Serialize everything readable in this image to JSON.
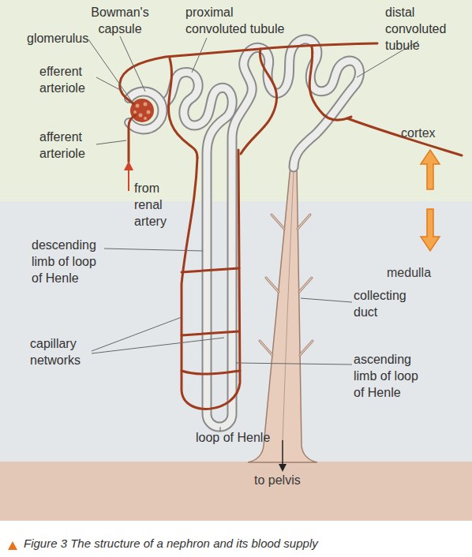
{
  "diagram": {
    "caption": "Figure 3 The structure of a nephron and its blood supply",
    "nodes": [
      {
        "text": [
          "cortex"
        ]
      },
      {
        "text": [
          "medulla"
        ]
      },
      {
        "text": [
          "to pelvis"
        ]
      }
    ],
    "labels": [
      "Bowman's capsule",
      "proximal convoluted tubule",
      "distal convoluted tubule",
      "glomerulus",
      "efferent arteriole",
      "afferent arteriole",
      "from renal artery",
      "descending limb of loop of Henle",
      "collecting duct",
      "capillary networks",
      "ascending limb of loop of Henle",
      "loop of Henle"
    ]
  }
}
